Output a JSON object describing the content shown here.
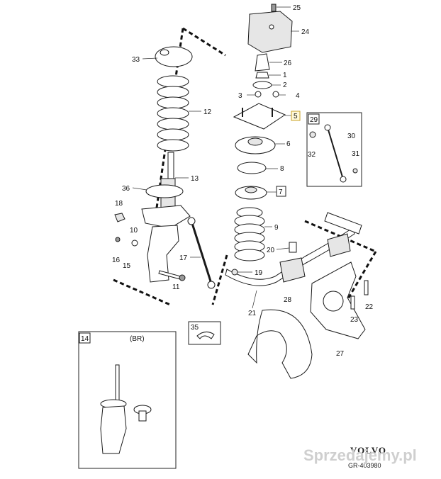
{
  "callouts": {
    "c1": "1",
    "c2": "2",
    "c3": "3",
    "c4": "4",
    "c5": "5",
    "c6": "6",
    "c7": "7",
    "c8": "8",
    "c9": "9",
    "c10": "10",
    "c11": "11",
    "c12": "12",
    "c13": "13",
    "c14": "14",
    "c15": "15",
    "c16": "16",
    "c17": "17",
    "c18": "18",
    "c19": "19",
    "c20": "20",
    "c21": "21",
    "c22": "22",
    "c23": "23",
    "c24": "24",
    "c25": "25",
    "c26": "26",
    "c27": "27",
    "c28": "28",
    "c29": "29",
    "c30": "30",
    "c31": "31",
    "c32": "32",
    "c33": "33",
    "c35": "35",
    "c36": "36"
  },
  "inset_variant": "(BR)",
  "brand": "VOLVO",
  "drawing_ref": "GR-403980",
  "watermark": "Sprzedajemy.pl",
  "colors": {
    "highlight": "#c9a227",
    "watermark_pl": "#d23b3b"
  }
}
